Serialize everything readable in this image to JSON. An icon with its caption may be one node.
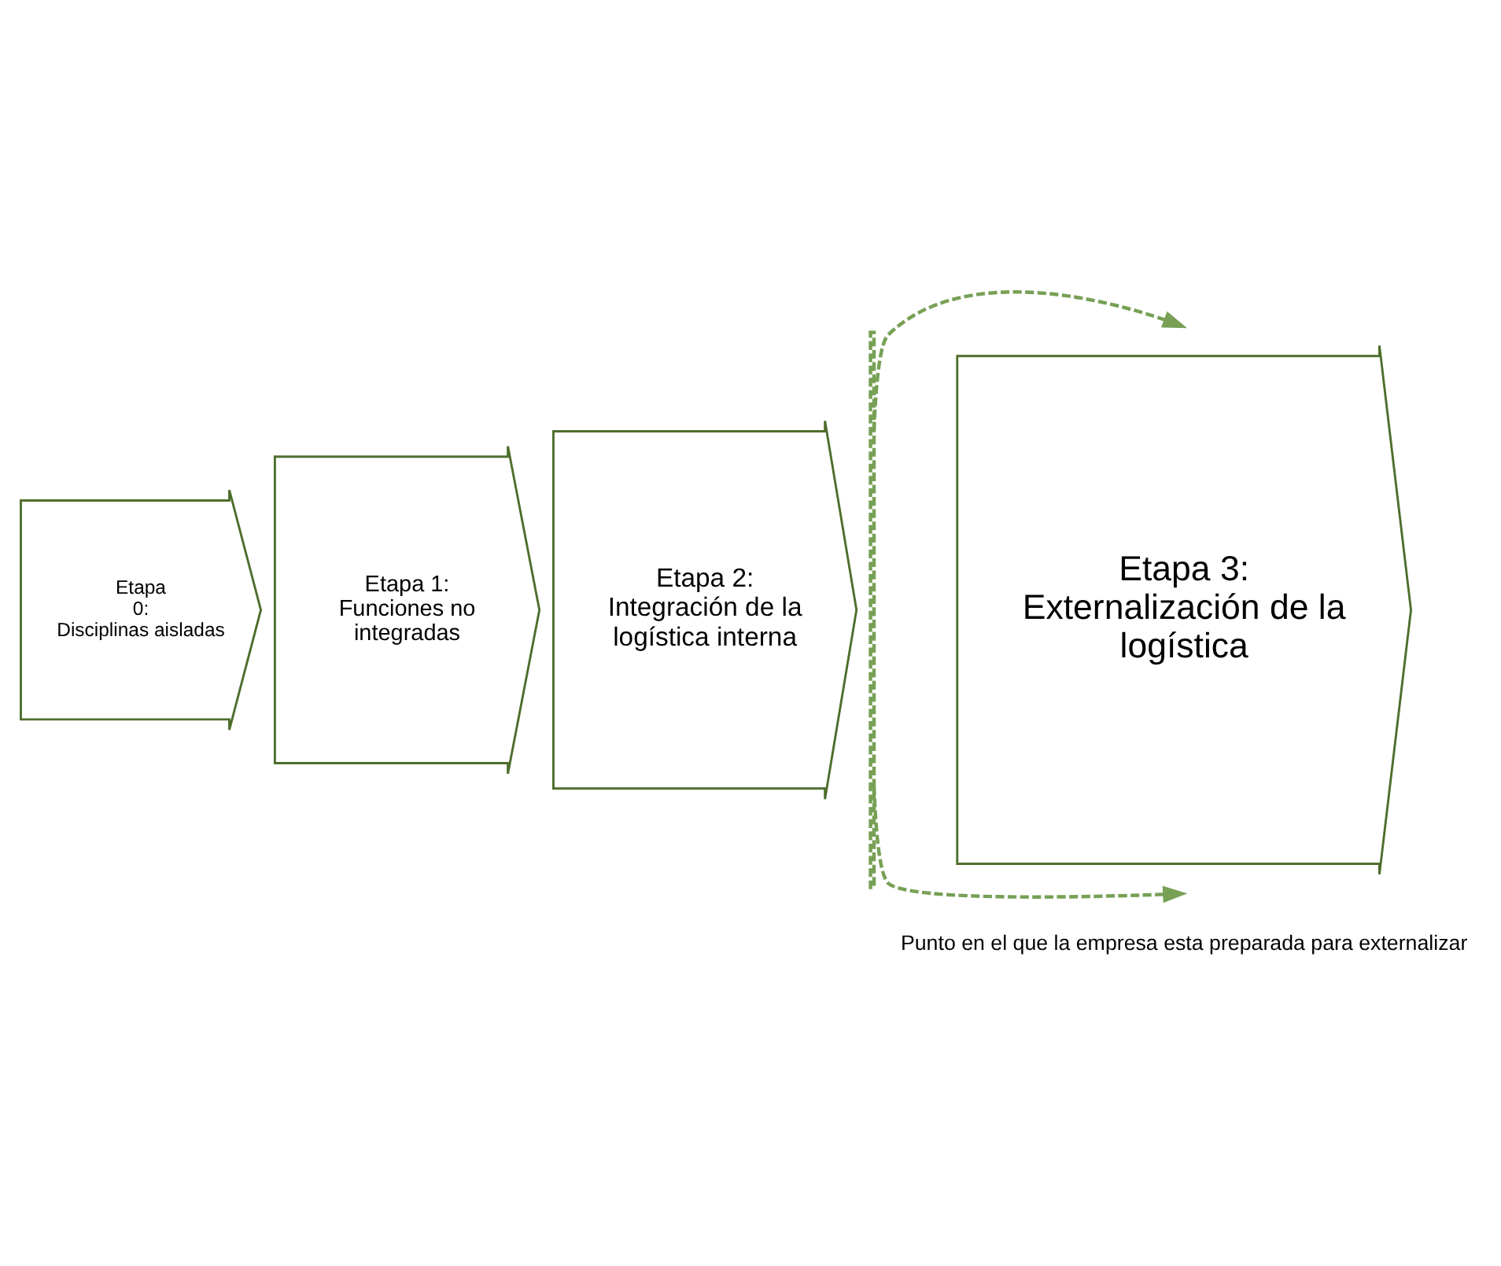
{
  "diagram": {
    "nodes": [
      {
        "text": [
          "Etapa 0: Disciplinas aisladas"
        ]
      },
      {
        "text": [
          "Etapa 1: Funciones no integradas"
        ]
      },
      {
        "text": [
          "Etapa 2: Integración de la logística interna"
        ]
      },
      {
        "text": [
          "Etapa 3: Externalización de la logística"
        ]
      },
      {
        "text": [],
        "shape": "bar"
      }
    ],
    "edges": [
      {
        "from": 4,
        "to": null,
        "arrow": "to",
        "style": "dashed",
        "color": "#77a055"
      },
      {
        "from": 4,
        "to": null,
        "arrow": "to",
        "style": "dashed",
        "color": "#77a055"
      }
    ],
    "labels": [
      "Punto en el que la empresa esta preparada para externalizar"
    ]
  }
}
